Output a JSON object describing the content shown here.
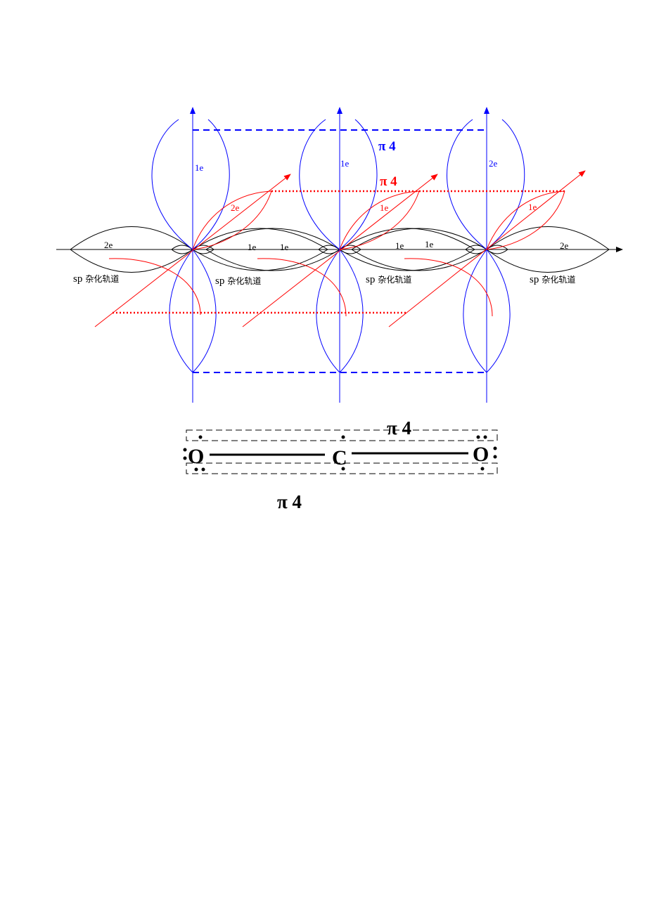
{
  "orbital_diagram": {
    "colors": {
      "sigma": "#000000",
      "pi_vertical": "#0000ff",
      "pi_inplane": "#ff0000"
    },
    "sigma_electron_labels": [
      "2e",
      "1e",
      "1e",
      "1e",
      "1e",
      "2e"
    ],
    "hybrid_orbital_label_sp": "sp",
    "hybrid_orbital_label_cn": "杂化轨道",
    "vertical_p_electron_labels": [
      "1e",
      "1e",
      "2e"
    ],
    "inplane_p_electron_labels": [
      "2e",
      "1e",
      "1e"
    ],
    "pi_bond_blue_label": "π 4",
    "pi_bond_red_label": "π 4"
  },
  "lewis_structure": {
    "atoms": [
      "O",
      "C",
      "O"
    ],
    "pi_label_top": "π 4",
    "pi_label_bottom": "π 4"
  }
}
